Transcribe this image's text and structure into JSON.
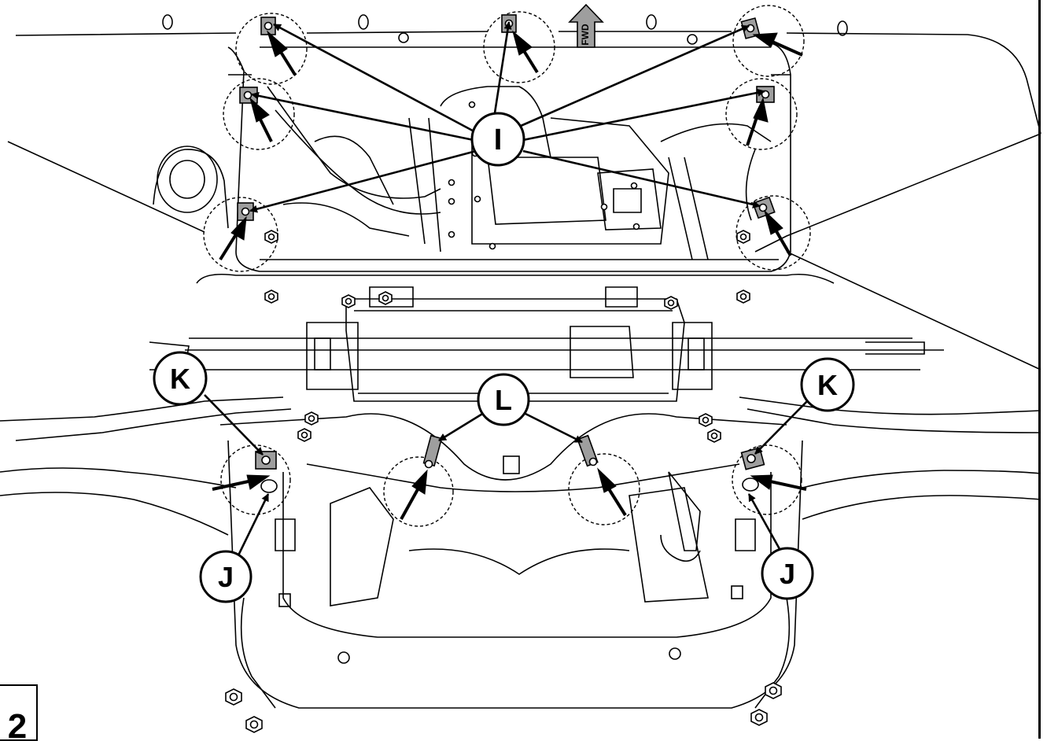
{
  "figure": {
    "step_number": "2",
    "direction_label": "FWD",
    "colors": {
      "line": "#000000",
      "clip_fill": "#9e9e9e",
      "background": "#ffffff"
    }
  },
  "callouts": [
    {
      "id": "I",
      "label": "I"
    },
    {
      "id": "J-left",
      "label": "J"
    },
    {
      "id": "J-right",
      "label": "J"
    },
    {
      "id": "K-left",
      "label": "K"
    },
    {
      "id": "K-right",
      "label": "K"
    },
    {
      "id": "L",
      "label": "L"
    }
  ]
}
